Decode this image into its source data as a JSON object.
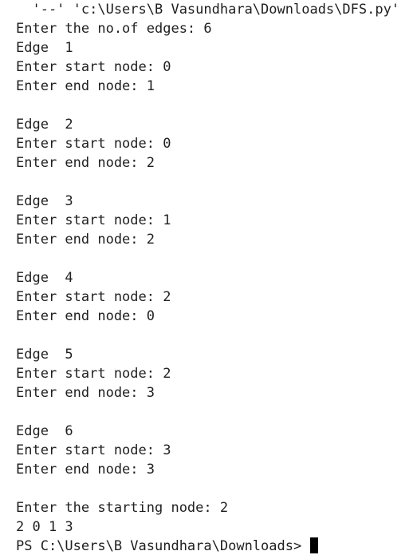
{
  "terminal": {
    "lines": [
      "  '--' 'c:\\Users\\B Vasundhara\\Downloads\\DFS.py'",
      "Enter the no.of edges: 6",
      "Edge  1",
      "Enter start node: 0",
      "Enter end node: 1",
      "",
      "Edge  2",
      "Enter start node: 0",
      "Enter end node: 2",
      "",
      "Edge  3",
      "Enter start node: 1",
      "Enter end node: 2",
      "",
      "Edge  4",
      "Enter start node: 2",
      "Enter end node: 0",
      "",
      "Edge  5",
      "Enter start node: 2",
      "Enter end node: 3",
      "",
      "Edge  6",
      "Enter start node: 3",
      "Enter end node: 3",
      "",
      "Enter the starting node: 2",
      "2 0 1 3"
    ],
    "prompt": "PS C:\\Users\\B Vasundhara\\Downloads> "
  }
}
